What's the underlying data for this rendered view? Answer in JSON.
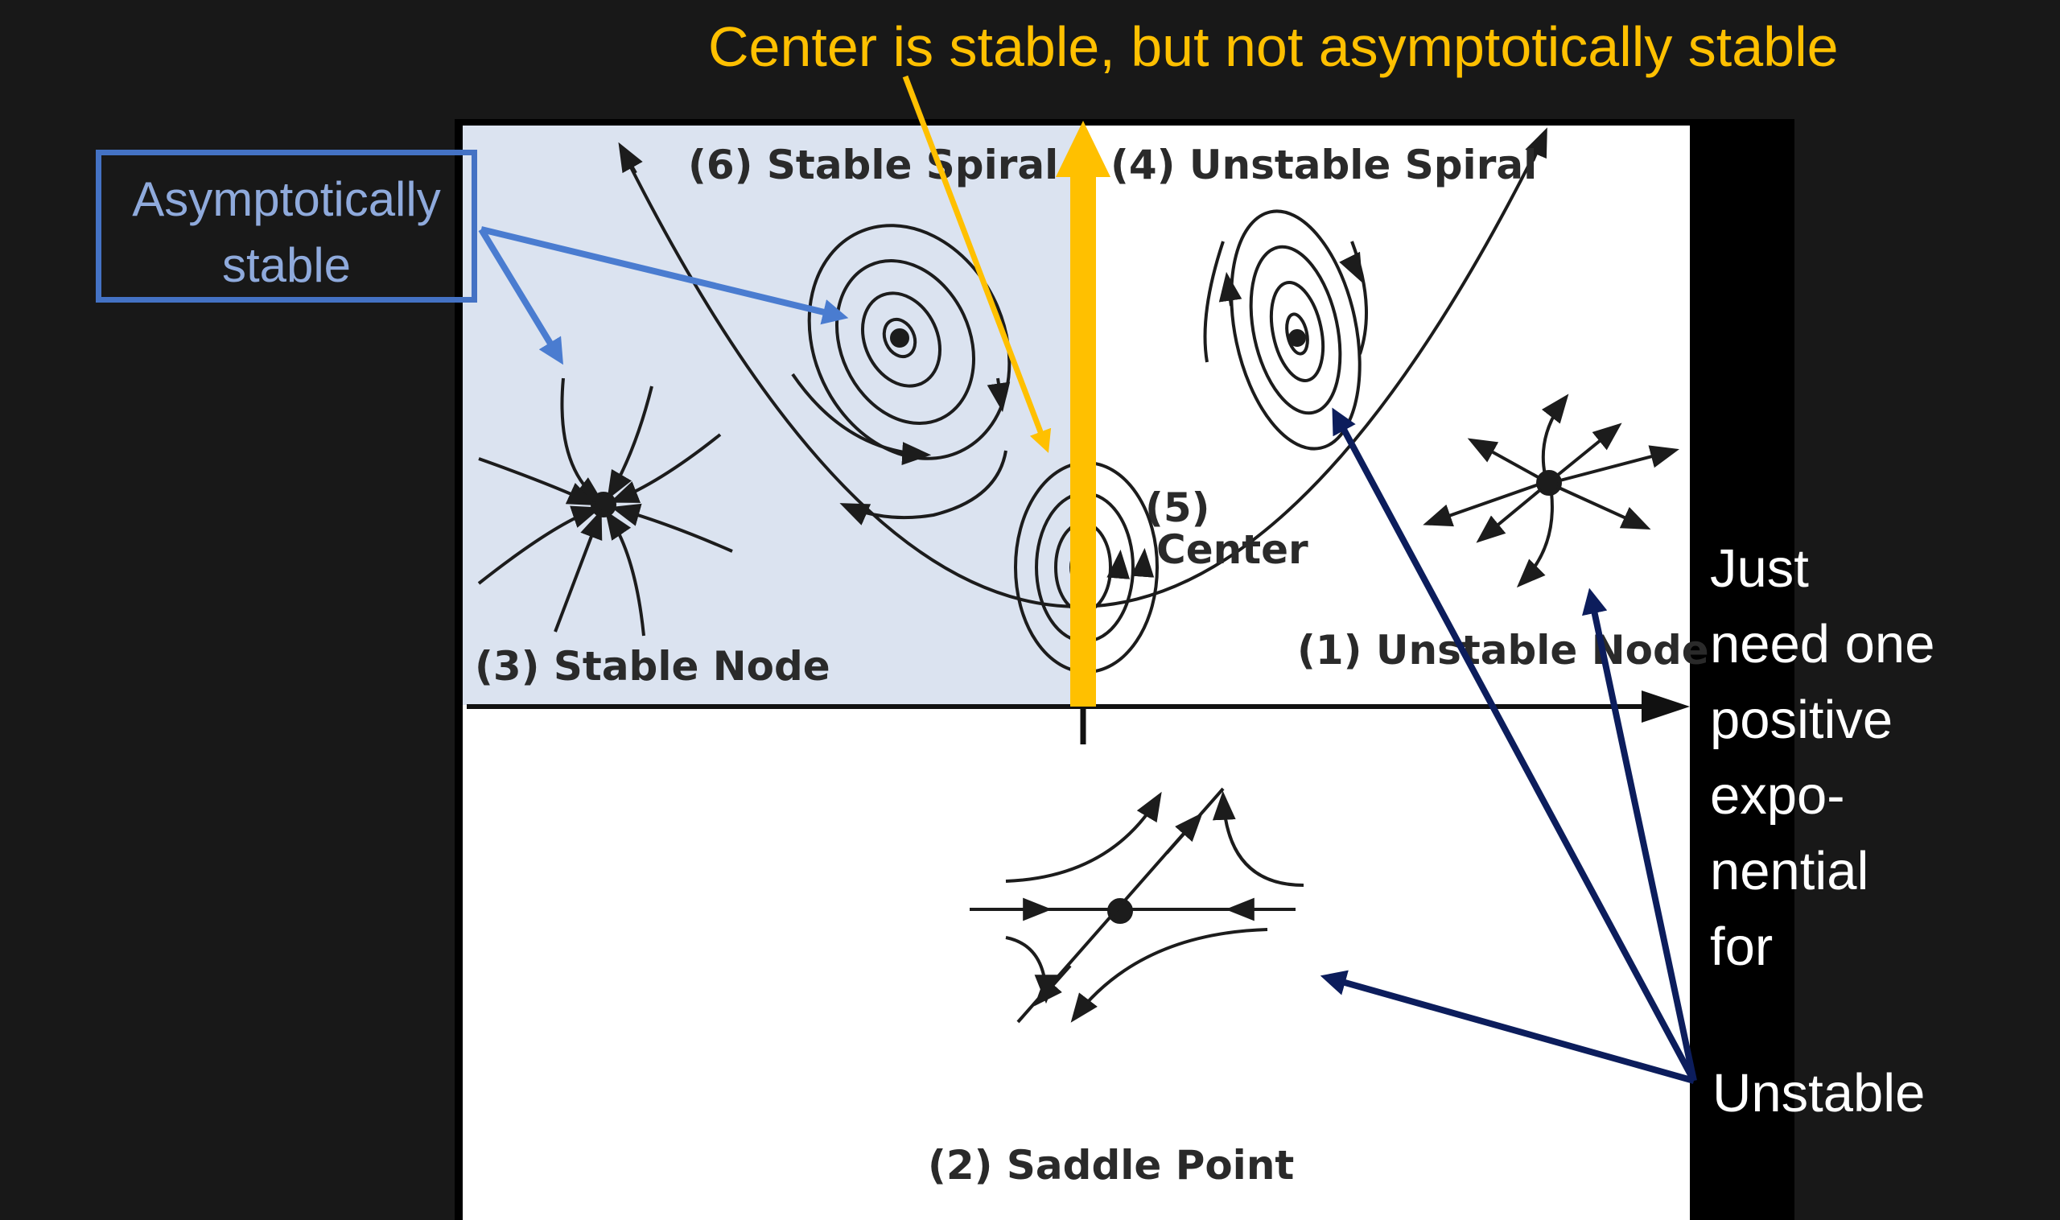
{
  "top_annotation": "Center is stable, but not asymptotically stable",
  "asymptotic_box": {
    "line1": "Asymptotically",
    "line2": "stable"
  },
  "right_note": [
    "Just",
    "need one",
    "positive",
    "expo-",
    "nential",
    "for"
  ],
  "unstable_label": "Unstable",
  "regions": {
    "stable_spiral": "(6) Stable Spiral",
    "unstable_spiral": "(4) Unstable Spiral",
    "center_number": "(5)",
    "center_name": "Center",
    "stable_node": "(3) Stable Node",
    "unstable_node": "(1) Unstable Node",
    "saddle_point": "(2) Saddle Point"
  },
  "colors": {
    "background": "#181818",
    "stable_region": "#dbe3f0",
    "center_highlight": "#ffc000",
    "asymptotic_arrows": "#4a7cd0",
    "unstable_arrows": "#0c1d5c",
    "diagram_ink": "#1c1c1c"
  }
}
